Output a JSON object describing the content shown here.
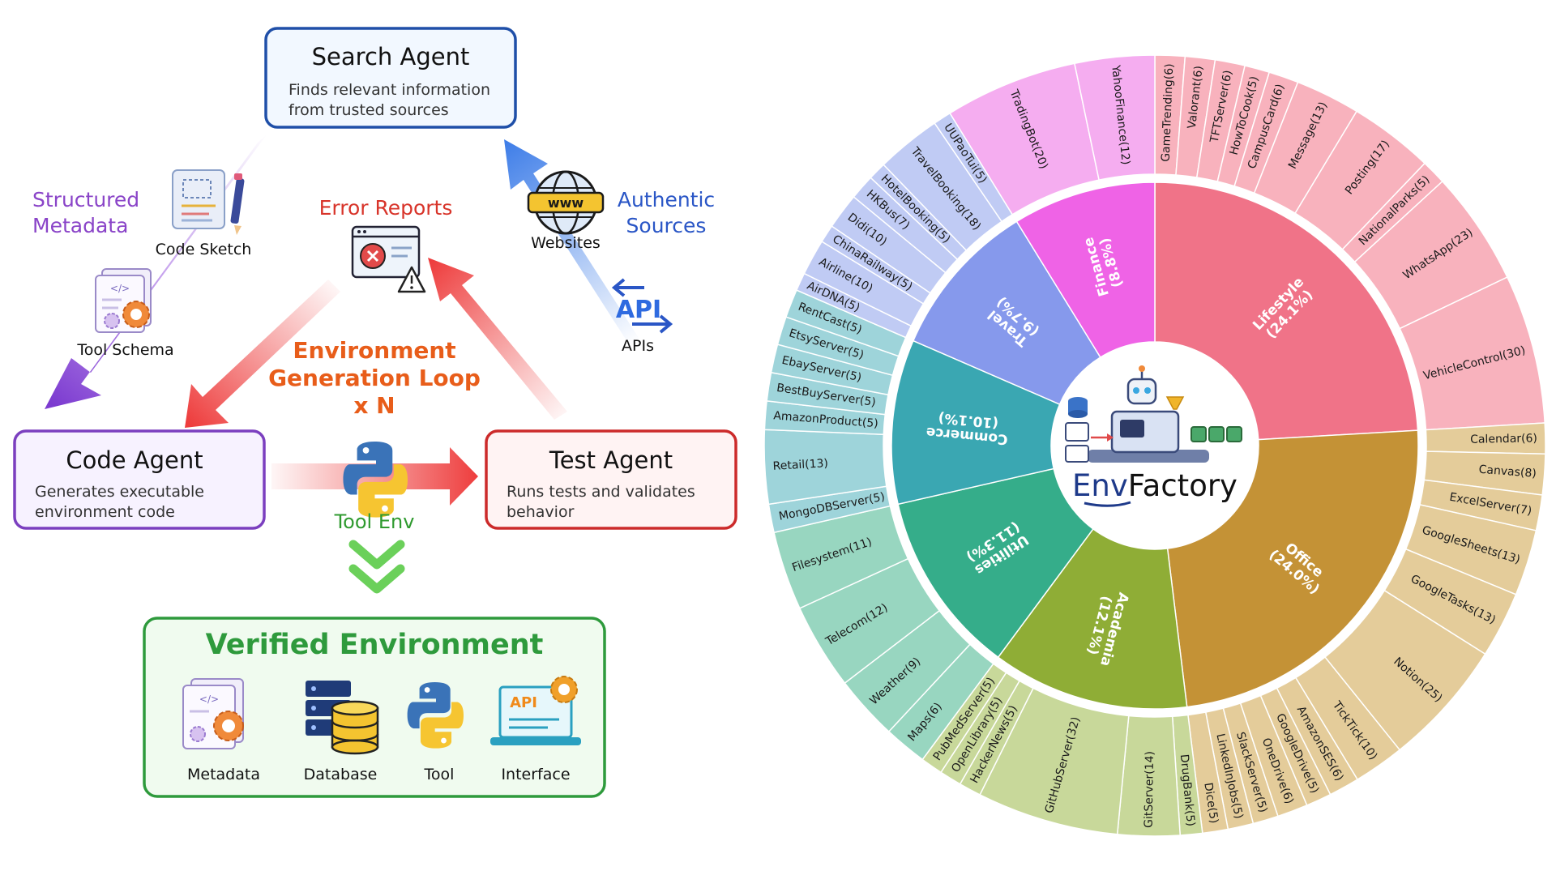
{
  "colors": {
    "search": "#1f4fa8",
    "code": "#7b3fbf",
    "test": "#cc2a2a",
    "verified": "#2e9a3c",
    "error": "#d8342a",
    "loop": "#e85d1a",
    "authentic": "#2a56c6",
    "structured": "#8a44c8",
    "toolenv": "#2f9a2f"
  },
  "left": {
    "search_agent": {
      "title": "Search Agent",
      "desc1": "Finds relevant information",
      "desc2": "from trusted sources"
    },
    "code_agent": {
      "title": "Code Agent",
      "desc1": "Generates executable",
      "desc2": "environment code"
    },
    "test_agent": {
      "title": "Test Agent",
      "desc1": "Runs tests and validates",
      "desc2": "behavior"
    },
    "structured": {
      "l1": "Structured",
      "l2": "Metadata"
    },
    "code_sketch": "Code Sketch",
    "tool_schema": "Tool Schema",
    "error_reports": "Error Reports",
    "websites": "Websites",
    "authentic": {
      "l1": "Authentic",
      "l2": "Sources"
    },
    "api_icon_text": "API",
    "apis": "APIs",
    "loop": {
      "l1": "Environment",
      "l2": "Generation Loop",
      "l3": "x N"
    },
    "tool_env": "Tool Env",
    "verified": {
      "title": "Verified Environment",
      "items": [
        "Metadata",
        "Database",
        "Tool",
        "Interface"
      ],
      "api_text": "API"
    }
  },
  "center": {
    "brand_env": "Env",
    "brand_factory": "Factory"
  },
  "chart_data": {
    "type": "sunburst",
    "categories": [
      {
        "name": "Lifestyle",
        "pct": "24.1%",
        "share": 24.1,
        "color": "#f07388",
        "light": "#f8b2bd",
        "children": [
          [
            "GameTrending(6)",
            6
          ],
          [
            "Valorant(6)",
            6
          ],
          [
            "TFTServer(6)",
            6
          ],
          [
            "HowToCook(5)",
            5
          ],
          [
            "CampusCard(6)",
            6
          ],
          [
            "Message(13)",
            13
          ],
          [
            "Posting(17)",
            17
          ],
          [
            "NationalParks(5)",
            5
          ],
          [
            "WhatsApp(23)",
            23
          ],
          [
            "VehicleControl(30)",
            30
          ]
        ]
      },
      {
        "name": "Office",
        "pct": "24.0%",
        "share": 24.0,
        "color": "#c49236",
        "light": "#e4cc9a",
        "children": [
          [
            "Calendar(6)",
            6
          ],
          [
            "Canvas(8)",
            8
          ],
          [
            "ExcelServer(7)",
            7
          ],
          [
            "GoogleSheets(13)",
            13
          ],
          [
            "GoogleTasks(13)",
            13
          ],
          [
            "Notion(25)",
            25
          ],
          [
            "TickTick(10)",
            10
          ],
          [
            "AmazonSES(6)",
            6
          ],
          [
            "GoogleDrive(5)",
            5
          ],
          [
            "OneDrive(6)",
            6
          ],
          [
            "SlackServer(5)",
            5
          ],
          [
            "LinkedInJobs(5)",
            5
          ],
          [
            "Dice(5)",
            5
          ]
        ]
      },
      {
        "name": "Academia",
        "pct": "12.1%",
        "share": 12.1,
        "color": "#8fad36",
        "light": "#c8d89a",
        "children": [
          [
            "DrugBank(5)",
            5
          ],
          [
            "GitServer(14)",
            14
          ],
          [
            "GitHubServer(32)",
            32
          ],
          [
            "HackerNews(5)",
            5
          ],
          [
            "OpenLibrary(5)",
            5
          ],
          [
            "PubMedServer(5)",
            5
          ]
        ]
      },
      {
        "name": "Utilities",
        "pct": "11.3%",
        "share": 11.3,
        "color": "#35ad8a",
        "light": "#98d6c0",
        "children": [
          [
            "Maps(6)",
            6
          ],
          [
            "Weather(9)",
            9
          ],
          [
            "Telecom(12)",
            12
          ],
          [
            "Filesystem(11)",
            11
          ]
        ]
      },
      {
        "name": "Commerce",
        "pct": "10.1%",
        "share": 10.1,
        "color": "#3aa7b2",
        "light": "#9ed4da",
        "children": [
          [
            "MongoDBServer(5)",
            5
          ],
          [
            "Retail(13)",
            13
          ],
          [
            "AmazonProduct(5)",
            5
          ],
          [
            "BestBuyServer(5)",
            5
          ],
          [
            "EbayServer(5)",
            5
          ],
          [
            "EtsyServer(5)",
            5
          ],
          [
            "RentCast(5)",
            5
          ]
        ]
      },
      {
        "name": "Travel",
        "pct": "9.7%",
        "share": 9.7,
        "color": "#8699ec",
        "light": "#c0cbf4",
        "children": [
          [
            "AirDNA(5)",
            5
          ],
          [
            "Airline(10)",
            10
          ],
          [
            "ChinaRailway(5)",
            5
          ],
          [
            "Didi(10)",
            10
          ],
          [
            "HKBus(7)",
            7
          ],
          [
            "HotelBooking(5)",
            5
          ],
          [
            "TravelBooking(18)",
            18
          ],
          [
            "UUPaoTui(5)",
            5
          ]
        ]
      },
      {
        "name": "Finance",
        "pct": "8.8%",
        "share": 8.8,
        "color": "#ef63e6",
        "light": "#f5adf0",
        "children": [
          [
            "TradingBot(20)",
            20
          ],
          [
            "YahooFinance(12)",
            12
          ]
        ]
      }
    ]
  }
}
